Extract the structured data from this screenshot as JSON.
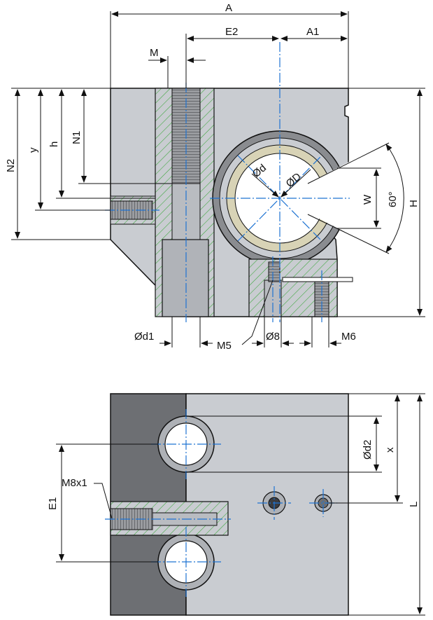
{
  "labels": {
    "A": "A",
    "E2": "E2",
    "A1": "A1",
    "M": "M",
    "N2": "N2",
    "y": "y",
    "h": "h",
    "N1": "N1",
    "d": "Ød",
    "D": "ØD",
    "W": "W",
    "angle": "60°",
    "H": "H",
    "d1": "Ød1",
    "M5": "M5",
    "d8": "Ø8",
    "M6": "M6",
    "d2": "Ød2",
    "x": "x",
    "L": "L",
    "E1": "E1",
    "M8x1": "M8x1"
  },
  "colors": {
    "body": "#c9ccd1",
    "body_dark": "#6d6f73",
    "hatch": "#3aa63a",
    "centerline": "#1e73d2",
    "bushing": "#d8d3b6",
    "dimension": "#111111"
  }
}
